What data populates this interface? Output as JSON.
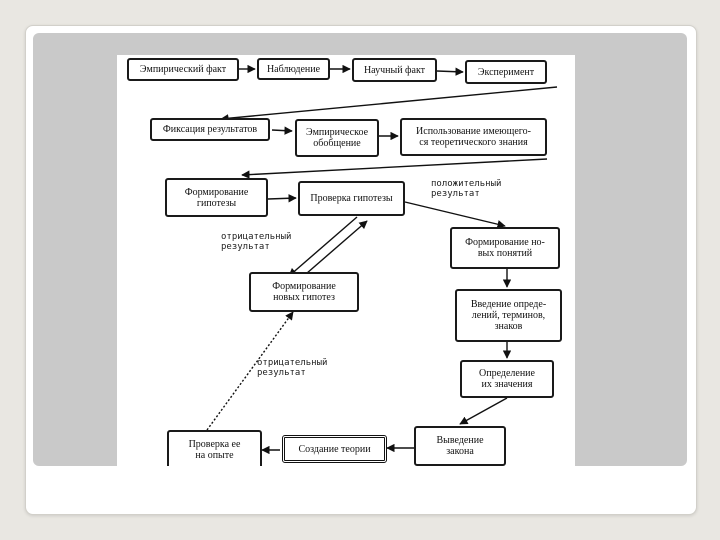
{
  "diagram": {
    "nodes": {
      "empirical_fact": "Эмпирический факт",
      "observation": "Наблюдение",
      "scientific_fact": "Научный факт",
      "experiment": "Эксперимент",
      "fixation": "Фиксация результатов",
      "empirical_generalization": "Эмпирическое\nобобщение",
      "existing_theory": "Использование имеющего-\nся теоретического знания",
      "hypothesis_formation": "Формирование\nгипотезы",
      "hypothesis_check": "Проверка гипотезы",
      "new_concepts": "Формирование но-\nвых понятий",
      "new_hypotheses": "Формирование\nновых гипотез",
      "definitions": "Введение опреде-\nлений, терминов,\nзнаков",
      "meaning": "Определение\nих значения",
      "law": "Выведение\nзакона",
      "theory": "Создание теории",
      "experience_check": "Проверка ее\nна опыте"
    },
    "labels": {
      "positive_result": "положительный\nрезультат",
      "negative_result_1": "отрицательный\nрезультат",
      "negative_result_2": "отрицательный\nрезультат"
    }
  }
}
